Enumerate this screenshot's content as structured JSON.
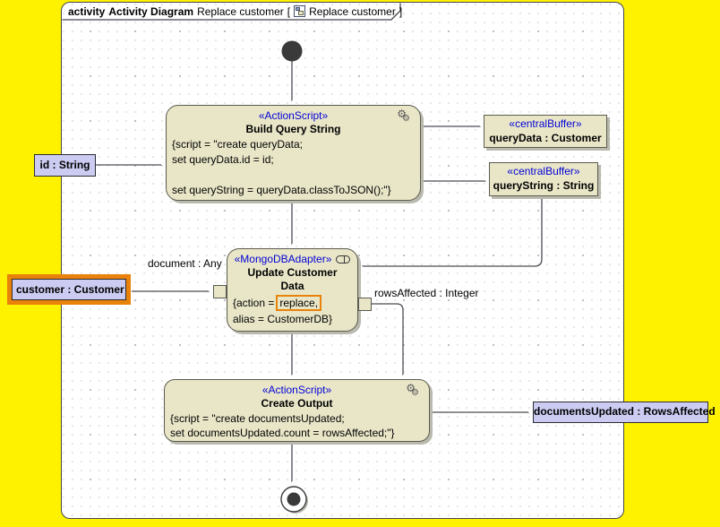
{
  "diagram": {
    "tab": {
      "kind_label": "activity",
      "type_label": "Activity Diagram",
      "diagram_name": "Replace customer",
      "bracket_open": "[",
      "context_name": "Replace customer",
      "bracket_close": "]",
      "icon": "activity-diagram-icon"
    }
  },
  "nodes": {
    "build_query": {
      "stereotype": "«ActionScript»",
      "name": "Build Query String",
      "body_lines": [
        "{script = \"create queryData;",
        "set queryData.id = id;",
        "",
        "set queryString = queryData.classToJSON();\"}"
      ]
    },
    "query_data_buffer": {
      "stereotype": "«centralBuffer»",
      "name": "queryData : Customer"
    },
    "query_string_buffer": {
      "stereotype": "«centralBuffer»",
      "name": "queryString : String"
    },
    "update_customer": {
      "stereotype": "«MongoDBAdapter»",
      "name_line1": "Update Customer",
      "name_line2": "Data",
      "body_prefix": "{action =",
      "body_highlight": "replace,",
      "body_line2": "alias = CustomerDB}"
    },
    "create_output": {
      "stereotype": "«ActionScript»",
      "name": "Create Output",
      "body_lines": [
        "{script = \"create documentsUpdated;",
        "set documentsUpdated.count = rowsAffected;\"}"
      ]
    }
  },
  "parameters": {
    "id_param": "id : String",
    "customer_param": "customer : Customer",
    "documents_updated_param": "documentsUpdated : RowsAffected"
  },
  "edge_labels": {
    "document_any": "document : Any",
    "rows_affected": "rowsAffected : Integer"
  },
  "icons": {
    "gears_glyph": "⚙"
  },
  "colors": {
    "canvas_yellow": "#FFF200",
    "node_fill": "#E9E6C8",
    "node_border": "#5B5B50",
    "param_fill": "#CCCCF2",
    "stereotype_blue": "#0202D6",
    "selection_orange": "#E8820A",
    "edge_gray": "#4C4C54",
    "shadow_gray": "#B9B9AE"
  }
}
